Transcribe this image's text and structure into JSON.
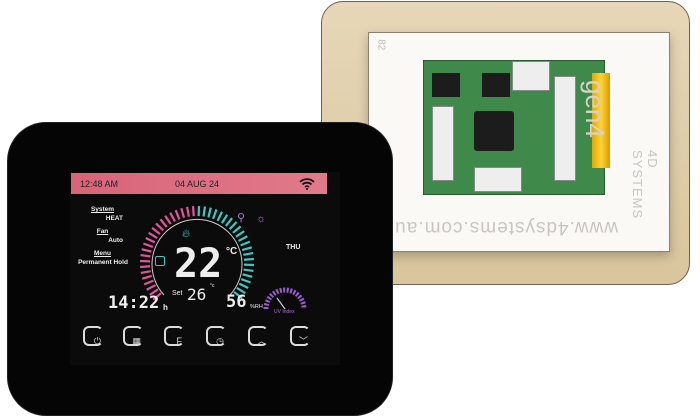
{
  "board": {
    "url": "www.4dsystems.com.au",
    "brand": "gen4",
    "company": "4D SYSTEMS",
    "label": "82"
  },
  "header": {
    "time": "12:48 AM",
    "date": "04 AUG 24",
    "wifi_icon": "wifi-icon"
  },
  "left": {
    "system_label": "System",
    "system_value": "HEAT",
    "fan_label": "Fan",
    "fan_value": "Auto",
    "menu_label": "Menu",
    "menu_value": "Permanent Hold"
  },
  "main": {
    "temperature": "22",
    "unit": "°C",
    "set_label": "Set",
    "set_value": "26",
    "set_unit": "°c",
    "clock": "14:22",
    "clock_suffix": "h",
    "humidity": "56",
    "humidity_unit": "%RH",
    "day": "THU",
    "uv_label": "UV Index"
  },
  "colors": {
    "header": "#d9647a",
    "heat_arc": "#e0559a",
    "cool_arc": "#3cc8c0",
    "uv": "#9a5cd0"
  },
  "buttons": [
    {
      "icon": "power-icon",
      "glyph": "⏻"
    },
    {
      "icon": "grid-icon",
      "glyph": "▦"
    },
    {
      "icon": "fahrenheit-icon",
      "glyph": "F"
    },
    {
      "icon": "clock-icon",
      "glyph": "◷"
    },
    {
      "icon": "up-chevron-icon",
      "glyph": "︿"
    },
    {
      "icon": "down-chevron-icon",
      "glyph": "﹀"
    }
  ]
}
